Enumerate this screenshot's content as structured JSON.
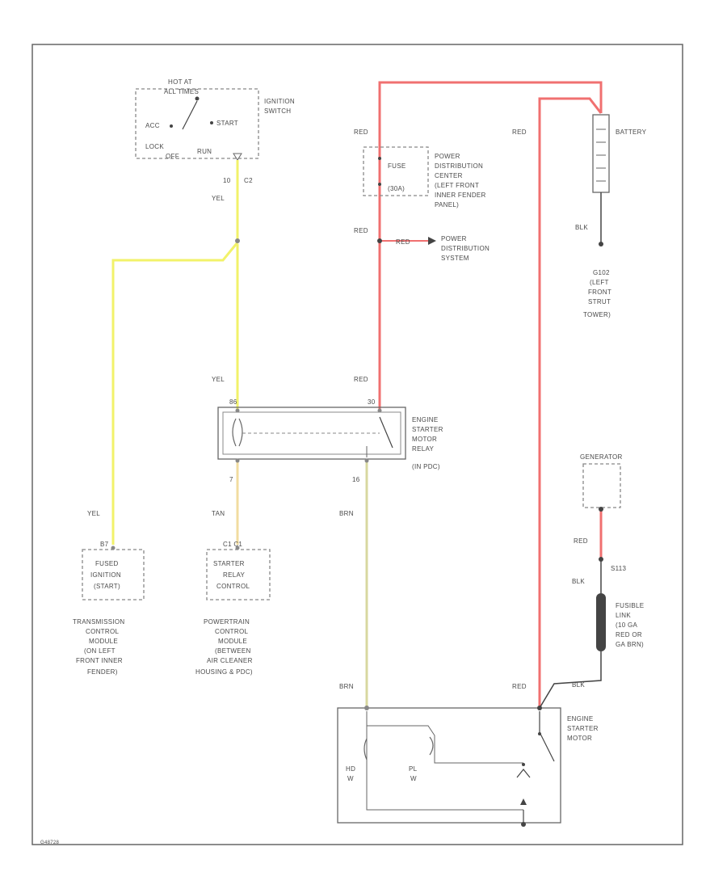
{
  "colors": {
    "red_wire": "#f07070",
    "yellow_wire": "#f2f26a",
    "brown_wire": "#d8d8a0",
    "tan_wire": "#f2dca0",
    "black_wire": "#444444",
    "outline": "#666666",
    "dash": "#888888"
  },
  "ignition_switch": {
    "hot_label_1": "HOT AT",
    "hot_label_2": "ALL TIMES",
    "name_1": "IGNITION",
    "name_2": "SWITCH",
    "acc": "ACC",
    "start_run": "START",
    "lock": "LOCK",
    "off": "OFF",
    "run": "RUN",
    "pin": "10",
    "connector": "C2"
  },
  "wires": {
    "yel_top": "YEL",
    "yel_mid": "YEL",
    "yel_left": "YEL",
    "tan": "TAN",
    "brn_upper": "BRN",
    "brn_lower": "BRN",
    "red_fuse": "RED",
    "red_pds": "RED",
    "red_relay": "RED",
    "red_batt": "RED",
    "red_gen": "RED",
    "red_starter": "RED",
    "blk_batt": "BLK",
    "red_branch": "RED",
    "blk_fusible": "BLK",
    "fusible_blk_lower": "BLK"
  },
  "pdc": {
    "fuse_1": "FUSE",
    "fuse_2": "(30A)",
    "label": [
      "POWER",
      "DISTRIBUTION",
      "CENTER",
      "(LEFT FRONT",
      "INNER FENDER",
      "PANEL)"
    ]
  },
  "pds": {
    "label": [
      "POWER",
      "DISTRIBUTION",
      "SYSTEM"
    ]
  },
  "battery": {
    "name": "BATTERY"
  },
  "ground": {
    "id": "G102",
    "label": [
      "(LEFT",
      "FRONT",
      "STRUT",
      "TOWER)"
    ]
  },
  "relay": {
    "pin_top_left": "86",
    "pin_top_right": "30",
    "pin_bottom_left": "7",
    "pin_bottom_right": "16",
    "label": [
      "ENGINE",
      "STARTER",
      "MOTOR",
      "RELAY",
      "(IN PDC)"
    ]
  },
  "tcm": {
    "pin": "B7",
    "box": [
      "FUSED",
      "IGNITION",
      "(START)"
    ],
    "label": [
      "TRANSMISSION",
      "CONTROL",
      "MODULE",
      "(ON LEFT",
      "FRONT INNER",
      "FENDER)"
    ]
  },
  "pcm": {
    "pin": "C1 C1",
    "box": [
      "STARTER",
      "RELAY",
      "CONTROL"
    ],
    "label": [
      "POWERTRAIN",
      "CONTROL",
      "MODULE",
      "(BETWEEN",
      "AIR CLEANER",
      "HOUSING & PDC)"
    ]
  },
  "generator": {
    "name": "GENERATOR",
    "splice": "S113"
  },
  "fusible": {
    "label": [
      "FUSIBLE",
      "LINK",
      "(10 GA",
      "RED OR",
      "GA BRN)"
    ]
  },
  "starter": {
    "hd": "HD",
    "hd_w": "W",
    "pl": "PL",
    "pl_w": "W",
    "label": [
      "ENGINE",
      "STARTER",
      "MOTOR"
    ]
  },
  "footer": {
    "code": "G48728"
  }
}
